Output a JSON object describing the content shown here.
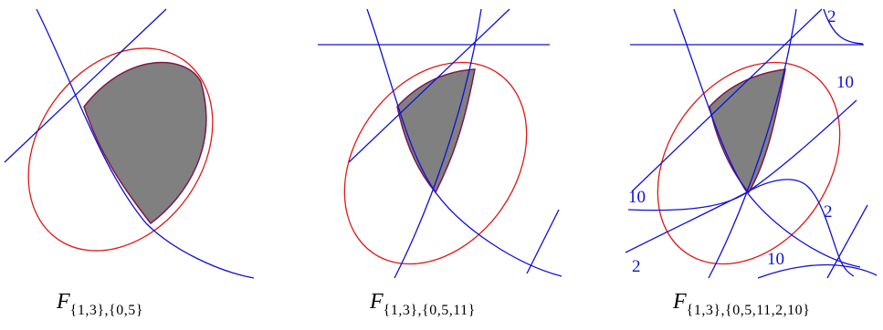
{
  "figures": [
    {
      "caption": {
        "symbol": "F",
        "subscript": "{1,3},{0,5}"
      },
      "curve_labels": []
    },
    {
      "caption": {
        "symbol": "F",
        "subscript": "{1,3},{0,5,11}"
      },
      "curve_labels": []
    },
    {
      "caption": {
        "symbol": "F",
        "subscript": "{1,3},{0,5,11,2,10}"
      },
      "curve_labels": [
        "2",
        "10",
        "10",
        "2",
        "2",
        "10"
      ]
    }
  ],
  "colors": {
    "curve": "#1010d8",
    "ellipse": "#e01818",
    "region_fill": "#808080",
    "text": "#000000"
  }
}
